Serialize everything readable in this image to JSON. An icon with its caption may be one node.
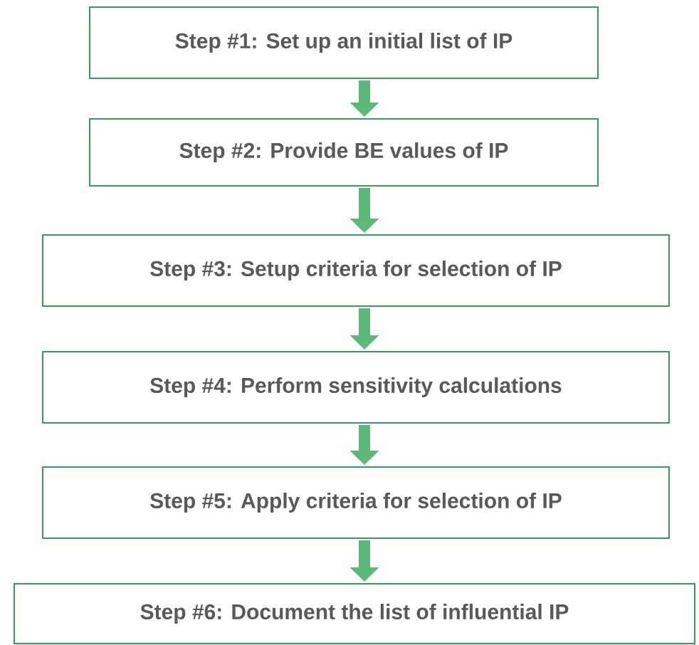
{
  "diagram": {
    "nodes": [
      {
        "text": [
          "Step #1: Set up an initial list of IP"
        ]
      },
      {
        "text": [
          "Step #2: Provide BE values of IP"
        ]
      },
      {
        "text": [
          "Step #3: Setup criteria for selection of IP"
        ]
      },
      {
        "text": [
          "Step #4: Perform sensitivity calculations"
        ]
      },
      {
        "text": [
          "Step #5: Apply criteria for selection of IP"
        ]
      },
      {
        "text": [
          "Step #6: Document the list of influential IP"
        ]
      }
    ],
    "edges": [
      {
        "from": 0,
        "to": 1,
        "arrow": "to"
      },
      {
        "from": 1,
        "to": 2,
        "arrow": "to"
      },
      {
        "from": 2,
        "to": 3,
        "arrow": "to"
      },
      {
        "from": 3,
        "to": 4,
        "arrow": "to"
      },
      {
        "from": 4,
        "to": 5,
        "arrow": "to"
      }
    ]
  }
}
